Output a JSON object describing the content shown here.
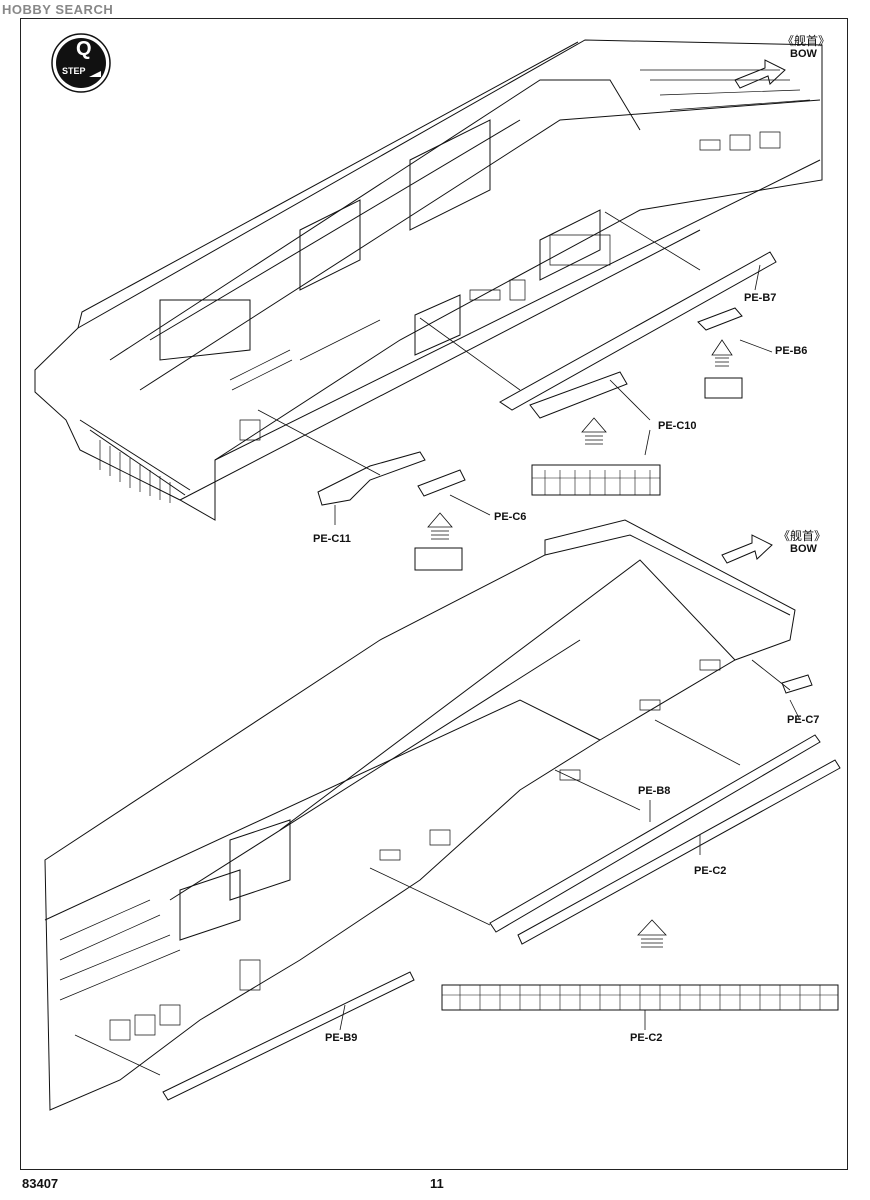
{
  "watermark": "HOBBY SEARCH",
  "step": {
    "word": "STEP",
    "letter": "Q"
  },
  "bow": {
    "cn": "《舰首》",
    "en": "BOW"
  },
  "parts": {
    "pe_b7": "PE-B7",
    "pe_b6": "PE-B6",
    "pe_c10": "PE-C10",
    "pe_c6": "PE-C6",
    "pe_c11": "PE-C11",
    "pe_c7": "PE-C7",
    "pe_b8": "PE-B8",
    "pe_c2_a": "PE-C2",
    "pe_b9": "PE-B9",
    "pe_c2_b": "PE-C2"
  },
  "footer": {
    "code": "83407",
    "page": "11"
  }
}
